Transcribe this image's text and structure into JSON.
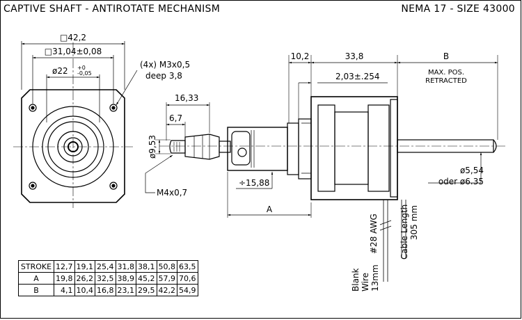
{
  "header": {
    "title_left": "CAPTIVE SHAFT - ANTIROTATE MECHANISM",
    "title_right": "NEMA 17 - SIZE 43000"
  },
  "front_view": {
    "square_size": "□42,2",
    "hole_pattern": "□31,04±0,08",
    "pilot_diameter": "ø22",
    "pilot_tol_upper": "+0",
    "pilot_tol_lower": "-0,05",
    "mount_holes_line1": "(4x) M3x0,5",
    "mount_holes_line2": "deep 3,8"
  },
  "side_view": {
    "dim_16_33": "16,33",
    "dim_6_7": "6,7",
    "dim_9_53": "ø9,53",
    "thread": "M4x0,7",
    "dim_15_88": "÷15,88",
    "dim_A": "A",
    "dim_10_2": "10,2",
    "dim_33_8": "33,8",
    "dim_B": "B",
    "dim_2_03": "2,03±.254",
    "max_pos_line1": "MAX. POS.",
    "max_pos_line2": "RETRACTED",
    "shaft_dia_line1": "ø5,54",
    "shaft_dia_line2": "oder ø6.35",
    "awg": "#28 AWG",
    "cable_line1": "Cable Length",
    "cable_line2": "305 mm",
    "blank_line1": "Blank",
    "blank_line2": "Wire",
    "blank_line3": "13mm"
  },
  "stroke_table": {
    "rows": [
      {
        "label": "STROKE",
        "values": [
          "12,7",
          "19,1",
          "25,4",
          "31,8",
          "38,1",
          "50,8",
          "63,5"
        ]
      },
      {
        "label": "A",
        "values": [
          "19,8",
          "26,2",
          "32,5",
          "38,9",
          "45,2",
          "57,9",
          "70,6"
        ]
      },
      {
        "label": "B",
        "values": [
          "4,1",
          "10,4",
          "16,8",
          "23,1",
          "29,5",
          "42,2",
          "54,9"
        ]
      }
    ]
  }
}
